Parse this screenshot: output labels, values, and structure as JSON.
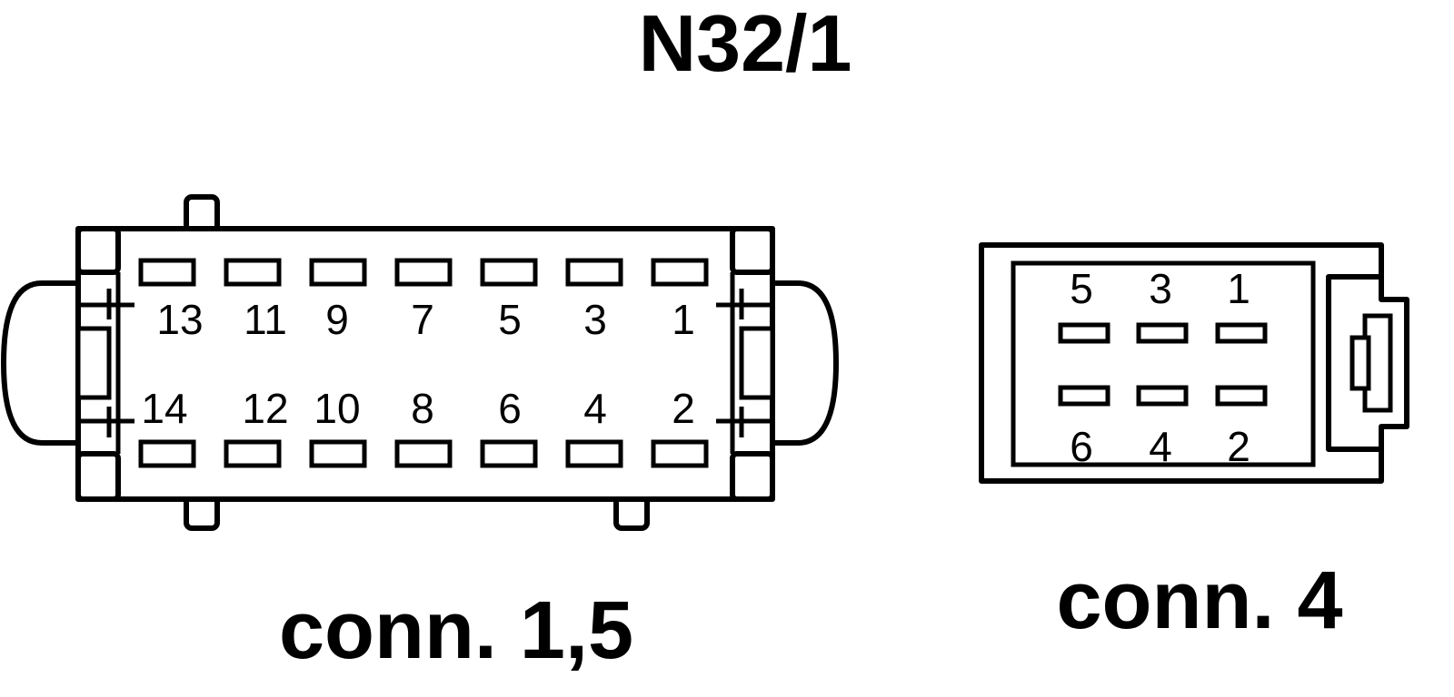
{
  "title": "N32/1",
  "connectors": [
    {
      "label": "conn. 1,5",
      "top_row_labels": [
        "13",
        "11",
        "9",
        "7",
        "5",
        "3",
        "1"
      ],
      "bottom_row_labels": [
        "14",
        "12",
        "10",
        "8",
        "6",
        "4",
        "2"
      ]
    },
    {
      "label": "conn. 4",
      "top_row_labels": [
        "5",
        "3",
        "1"
      ],
      "bottom_row_labels": [
        "6",
        "4",
        "2"
      ]
    }
  ]
}
